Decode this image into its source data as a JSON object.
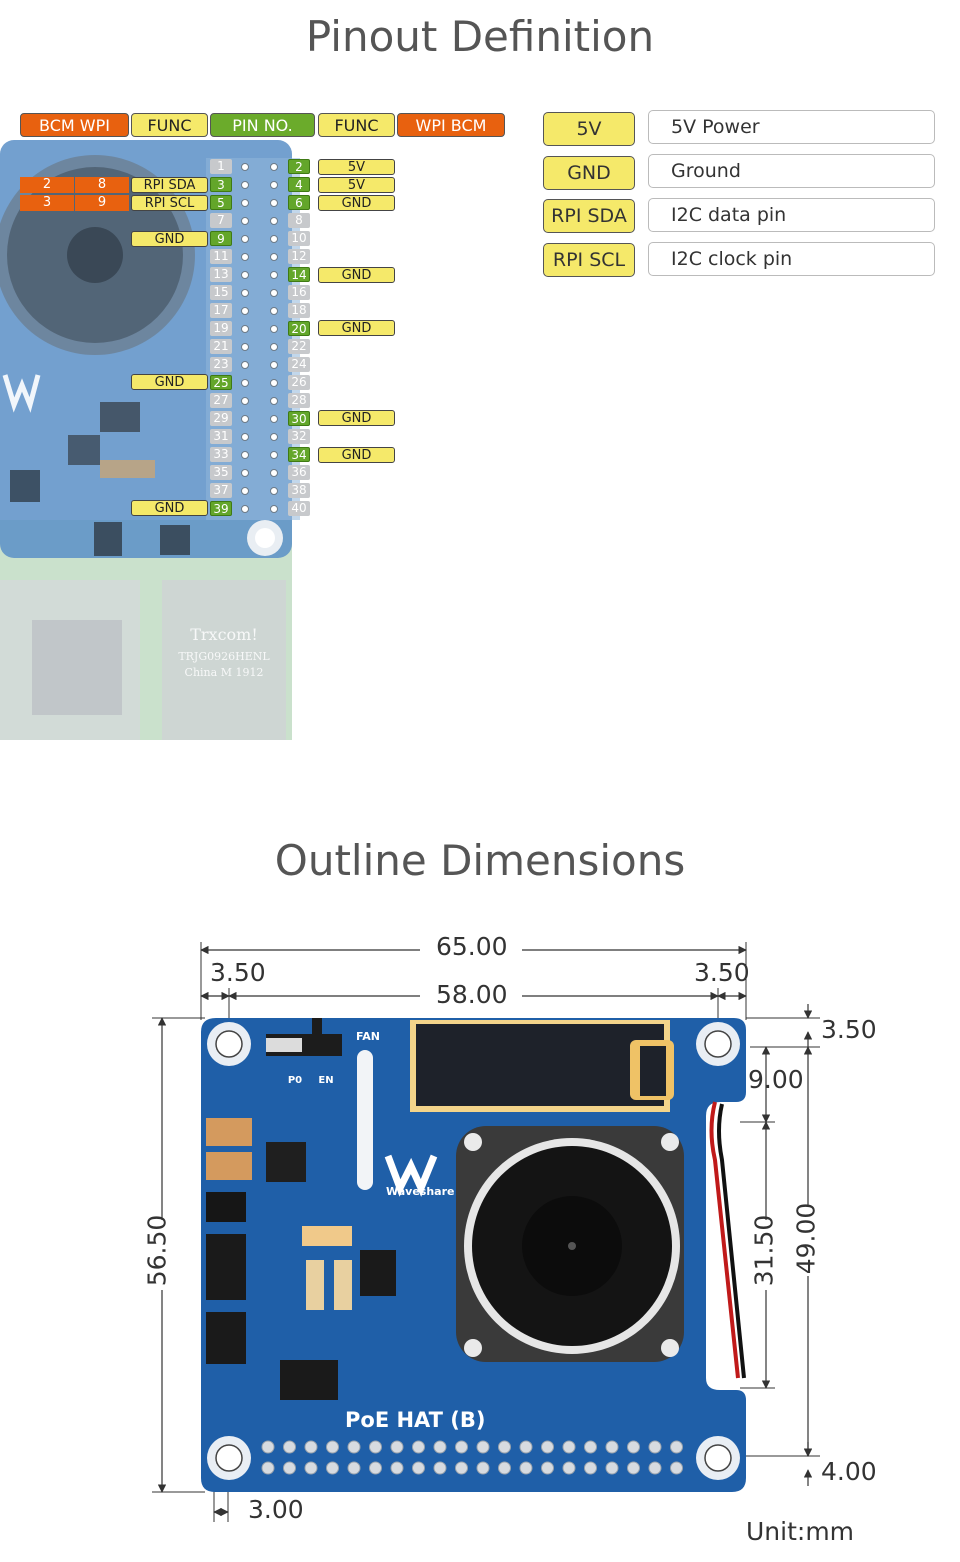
{
  "titles": {
    "pinout": "Pinout Definition",
    "outline": "Outline Dimensions"
  },
  "header": {
    "bcm_wpi_left": "BCM  WPI",
    "func_left": "FUNC",
    "pin_no": "PIN NO.",
    "func_right": "FUNC",
    "wpi_bcm_right": "WPI  BCM"
  },
  "pins": {
    "odd": [
      "1",
      "3",
      "5",
      "7",
      "9",
      "11",
      "13",
      "15",
      "17",
      "19",
      "21",
      "23",
      "25",
      "27",
      "29",
      "31",
      "33",
      "35",
      "37",
      "39"
    ],
    "even": [
      "2",
      "4",
      "6",
      "8",
      "10",
      "12",
      "14",
      "16",
      "18",
      "20",
      "22",
      "24",
      "26",
      "28",
      "30",
      "32",
      "34",
      "36",
      "38",
      "40"
    ]
  },
  "left_labels": {
    "p3": "RPI SDA",
    "p5": "RPI SCL",
    "p9": "GND",
    "p25": "GND",
    "p39": "GND",
    "p3_bcm": "2",
    "p3_wpi": "8",
    "p5_bcm": "3",
    "p5_wpi": "9"
  },
  "right_labels": {
    "p2": "5V",
    "p4": "5V",
    "p6": "GND",
    "p14": "GND",
    "p20": "GND",
    "p30": "GND",
    "p34": "GND"
  },
  "legend": [
    {
      "key": "5V",
      "value": "5V Power"
    },
    {
      "key": "GND",
      "value": "Ground"
    },
    {
      "key": "RPI SDA",
      "value": "I2C data pin"
    },
    {
      "key": "RPI SCL",
      "value": "I2C clock pin"
    }
  ],
  "board": {
    "fan_label": "FAN",
    "p0_label": "P0",
    "en_label": "EN",
    "brand": "Waveshare",
    "product": "PoE HAT (B)",
    "eth_text1": "Trxcom!",
    "eth_text2": "TRJG0926HENL",
    "eth_text3": "China M 1912"
  },
  "dimensions": {
    "width_total": "65.00",
    "hole_span_x": "58.00",
    "left_offset": "3.50",
    "right_offset": "3.50",
    "height_total": "56.50",
    "top_offset": "3.50",
    "right_9": "9.00",
    "fan_span": "31.50",
    "right_49": "49.00",
    "bottom_offset": "4.00",
    "bottom_left": "3.00",
    "unit": "Unit:mm"
  }
}
